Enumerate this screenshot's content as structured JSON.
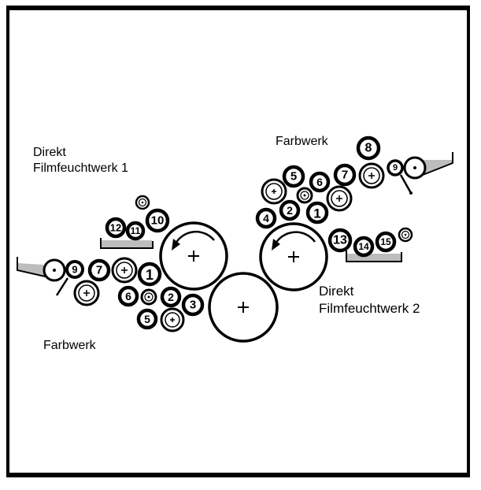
{
  "labels": {
    "left_dampening": [
      "Direkt",
      "Filmfeuchtwerk 1"
    ],
    "left_inking": "Farbwerk",
    "right_inking": "Farbwerk",
    "right_dampening": [
      "Direkt",
      "Filmfeuchtwerk 2"
    ]
  },
  "colors": {
    "ink": "#000000",
    "background": "#ffffff",
    "tray_fill": "#bdbdbd"
  },
  "cylinders": [
    {
      "id": "plate-cylinder-1",
      "mark": "+",
      "rotation": "counterclockwise"
    },
    {
      "id": "blanket-cylinder",
      "mark": "+"
    },
    {
      "id": "plate-cylinder-2",
      "mark": "+",
      "rotation": "counterclockwise"
    }
  ],
  "left_inking_rollers": [
    "1",
    "2",
    "3",
    "5",
    "6",
    "7",
    "9"
  ],
  "left_dampening_rollers": [
    "10",
    "11",
    "12"
  ],
  "right_inking_rollers": [
    "1",
    "2",
    "4",
    "5",
    "6",
    "7",
    "8",
    "9"
  ],
  "right_dampening_rollers": [
    "13",
    "14",
    "15"
  ]
}
